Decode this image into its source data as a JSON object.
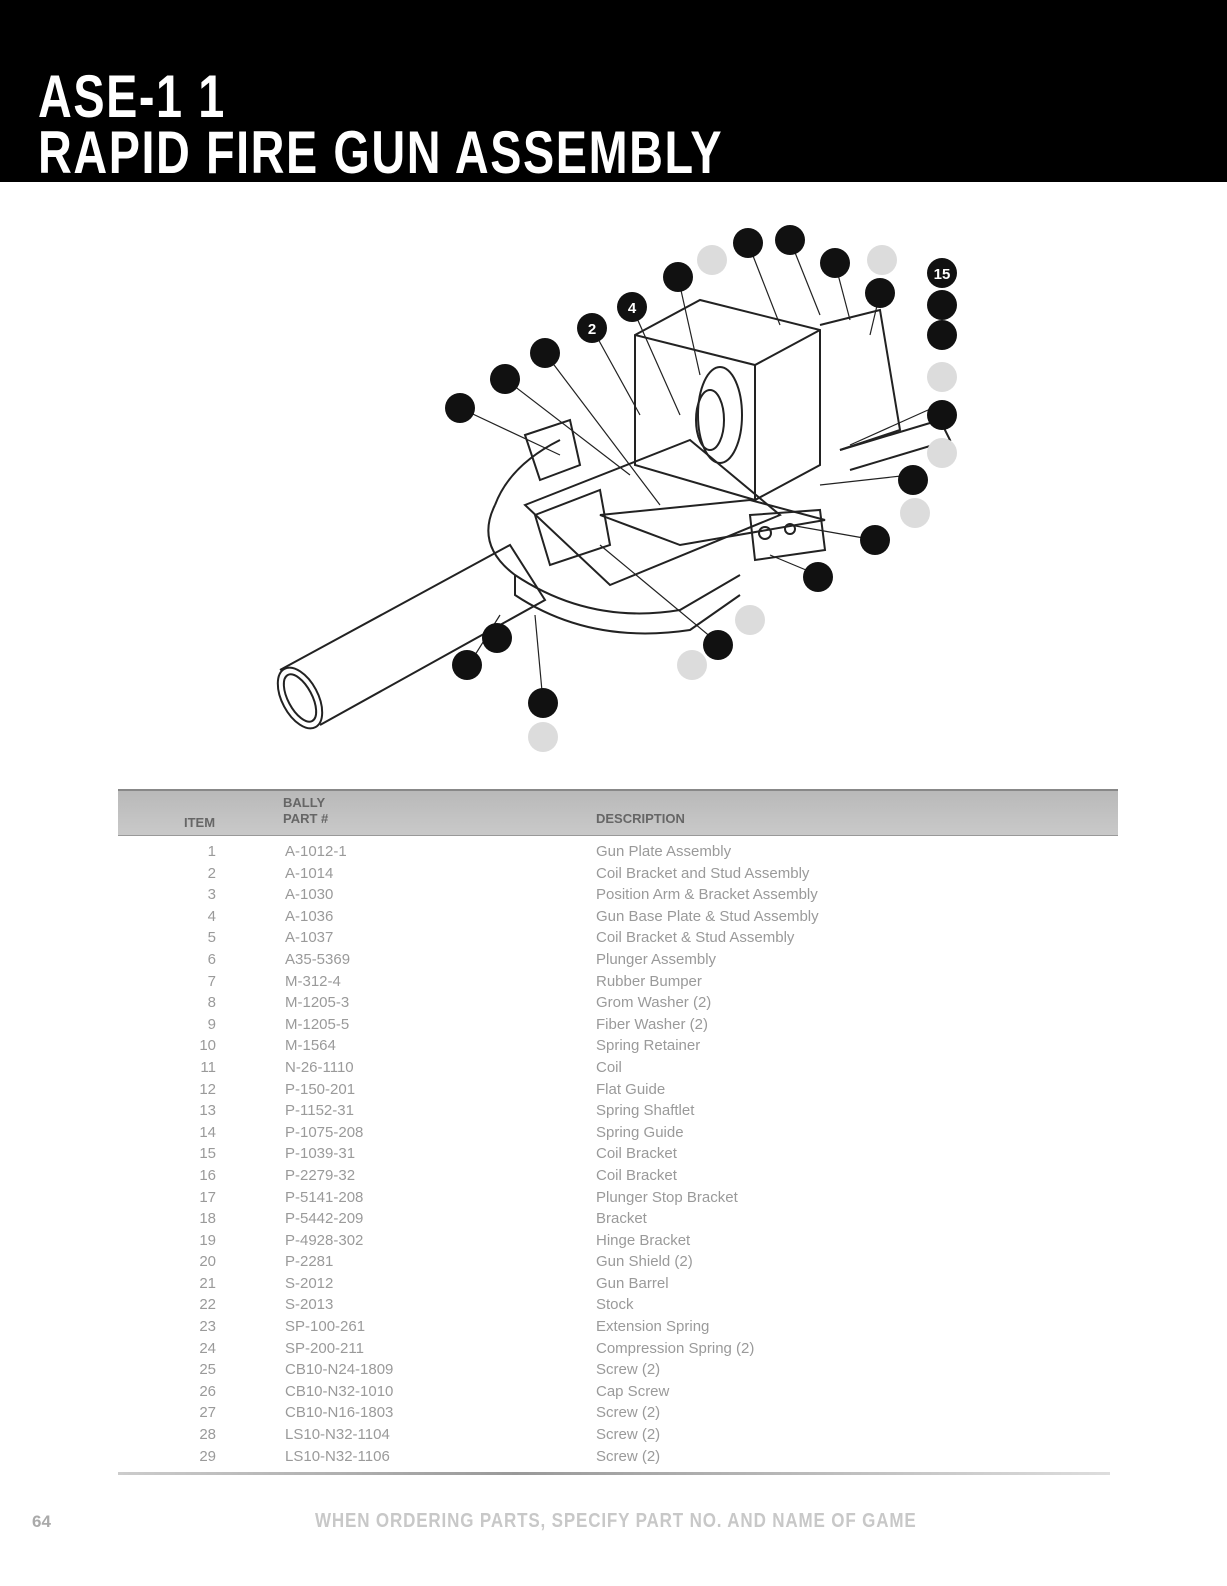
{
  "header": {
    "line1": "ASE-1 1",
    "line2": "RAPID FIRE GUN ASSEMBLY"
  },
  "diagram": {
    "callouts": [
      "2",
      "4",
      "15"
    ]
  },
  "table": {
    "headers": {
      "item_no": "ITEM",
      "part_no_line1": "BALLY",
      "part_no_line2": "PART #",
      "description": "DESCRIPTION"
    },
    "rows": [
      {
        "no": "1",
        "part": "A-1012-1",
        "desc": "Gun Plate Assembly"
      },
      {
        "no": "2",
        "part": "A-1014",
        "desc": "Coil Bracket and Stud Assembly"
      },
      {
        "no": "3",
        "part": "A-1030",
        "desc": "Position Arm & Bracket Assembly"
      },
      {
        "no": "4",
        "part": "A-1036",
        "desc": "Gun Base Plate & Stud Assembly"
      },
      {
        "no": "5",
        "part": "A-1037",
        "desc": "Coil Bracket & Stud Assembly"
      },
      {
        "no": "6",
        "part": "A35-5369",
        "desc": "Plunger Assembly"
      },
      {
        "no": "7",
        "part": "M-312-4",
        "desc": "Rubber Bumper"
      },
      {
        "no": "8",
        "part": "M-1205-3",
        "desc": "Grom Washer (2)"
      },
      {
        "no": "9",
        "part": "M-1205-5",
        "desc": "Fiber Washer (2)"
      },
      {
        "no": "10",
        "part": "M-1564",
        "desc": "Spring Retainer"
      },
      {
        "no": "11",
        "part": "N-26-1110",
        "desc": "Coil"
      },
      {
        "no": "12",
        "part": "P-150-201",
        "desc": "Flat Guide"
      },
      {
        "no": "13",
        "part": "P-1152-31",
        "desc": "Spring Shaftlet"
      },
      {
        "no": "14",
        "part": "P-1075-208",
        "desc": "Spring Guide"
      },
      {
        "no": "15",
        "part": "P-1039-31",
        "desc": "Coil Bracket"
      },
      {
        "no": "16",
        "part": "P-2279-32",
        "desc": "Coil Bracket"
      },
      {
        "no": "17",
        "part": "P-5141-208",
        "desc": "Plunger Stop Bracket"
      },
      {
        "no": "18",
        "part": "P-5442-209",
        "desc": "Bracket"
      },
      {
        "no": "19",
        "part": "P-4928-302",
        "desc": "Hinge Bracket"
      },
      {
        "no": "20",
        "part": "P-2281",
        "desc": "Gun Shield (2)"
      },
      {
        "no": "21",
        "part": "S-2012",
        "desc": "Gun Barrel"
      },
      {
        "no": "22",
        "part": "S-2013",
        "desc": "Stock"
      },
      {
        "no": "23",
        "part": "SP-100-261",
        "desc": "Extension Spring"
      },
      {
        "no": "24",
        "part": "SP-200-211",
        "desc": "Compression Spring (2)"
      },
      {
        "no": "25",
        "part": "CB10-N24-1809",
        "desc": "Screw (2)"
      },
      {
        "no": "26",
        "part": "CB10-N32-1010",
        "desc": "Cap Screw"
      },
      {
        "no": "27",
        "part": "CB10-N16-1803",
        "desc": "Screw (2)"
      },
      {
        "no": "28",
        "part": "LS10-N32-1104",
        "desc": "Screw (2)"
      },
      {
        "no": "29",
        "part": "LS10-N32-1106",
        "desc": "Screw (2)"
      }
    ]
  },
  "page_number": "64",
  "footer": "WHEN ORDERING PARTS, SPECIFY PART NO. AND NAME OF GAME"
}
